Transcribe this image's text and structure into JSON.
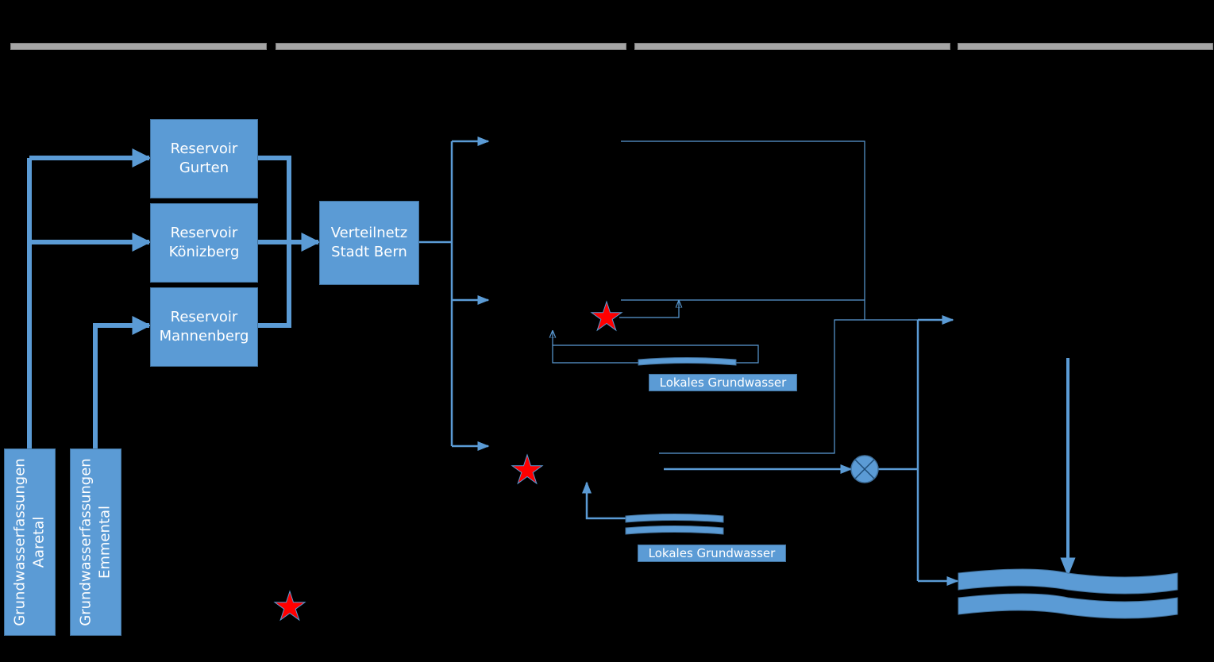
{
  "reservoirs": [
    {
      "label": "Reservoir\nGurten"
    },
    {
      "label": "Reservoir\nKönizberg"
    },
    {
      "label": "Reservoir\nMannenberg"
    }
  ],
  "network": {
    "label": "Verteilnetz\nStadt Bern"
  },
  "sources": [
    {
      "label": "Grundwasserfassungen\nAaretal"
    },
    {
      "label": "Grundwasserfassungen\nEmmental"
    }
  ],
  "local_groundwater": [
    {
      "label": "Lokales Grundwasser"
    },
    {
      "label": "Lokales Grundwasser"
    }
  ],
  "colors": {
    "box": "#5b9bd5",
    "border": "#41719c",
    "line": "#5b9bd5",
    "star": "#ff0000",
    "header_bar": "#a5a5a5",
    "background": "#000000"
  }
}
